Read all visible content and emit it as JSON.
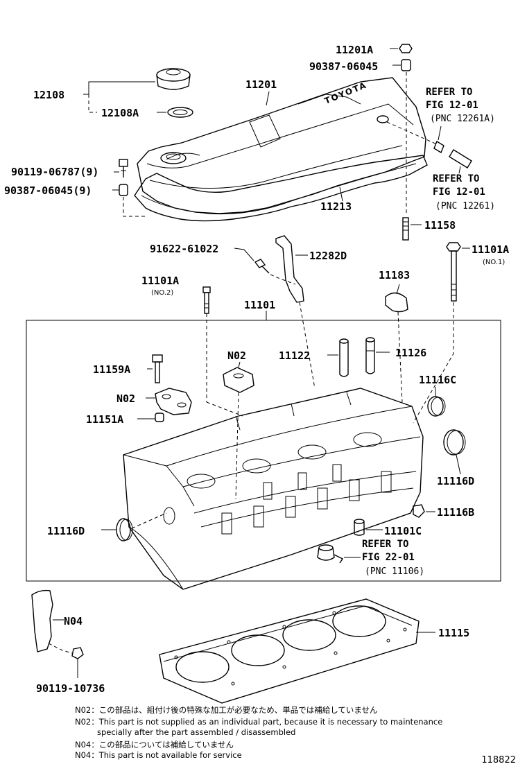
{
  "labels": {
    "p11201A": "11201A",
    "p90387_06045_top": "90387-06045",
    "p12108": "12108",
    "p11201": "11201",
    "p12108A": "12108A",
    "p90119_06787": "90119-06787(9)",
    "p90387_06045_9": "90387-06045(9)",
    "p11213": "11213",
    "p11158": "11158",
    "p91622_61022": "91622-61022",
    "p12282D": "12282D",
    "p11101A_left": "11101A",
    "p11101A_left_sub": "(NO.2)",
    "p11101A_right": "11101A",
    "p11101A_right_sub": "(NO.1)",
    "p11183": "11183",
    "p11101": "11101",
    "p11159A": "11159A",
    "p N02_a": "N02",
    "pN02_a": "N02",
    "p11122": "11122",
    "p11126": "11126",
    "pN02_b": "N02",
    "p11116C": "11116C",
    "p11151A": "11151A",
    "p11116D_right": "11116D",
    "p11116B": "11116B",
    "p11116D_left": "11116D",
    "p11101C": "11101C",
    "pN04": "N04",
    "p11115": "11115",
    "p90119_10736": "90119-10736"
  },
  "refs": {
    "r1_l1": "REFER TO",
    "r1_l2": "FIG 12-01",
    "r1_l3": "(PNC 12261A)",
    "r2_l1": "REFER TO",
    "r2_l2": "FIG 12-01",
    "r2_l3": "(PNC 12261)",
    "r3_l1": "REFER TO",
    "r3_l2": "FIG 22-01",
    "r3_l3": "(PNC 11106)"
  },
  "cover_text": "TOYOTA",
  "notes": {
    "n1": "N02：この部品は、組付け後の特殊な加工が必要なため、単品では補給していません",
    "n2": "N02：This part is not supplied as an individual part, because it is necessary to maintenance",
    "n3": "specially after the part assembled / disassembled",
    "n4": "N04：この部品については補給していません",
    "n5": "N04：This part is not available for service"
  },
  "figure_number": "118822"
}
